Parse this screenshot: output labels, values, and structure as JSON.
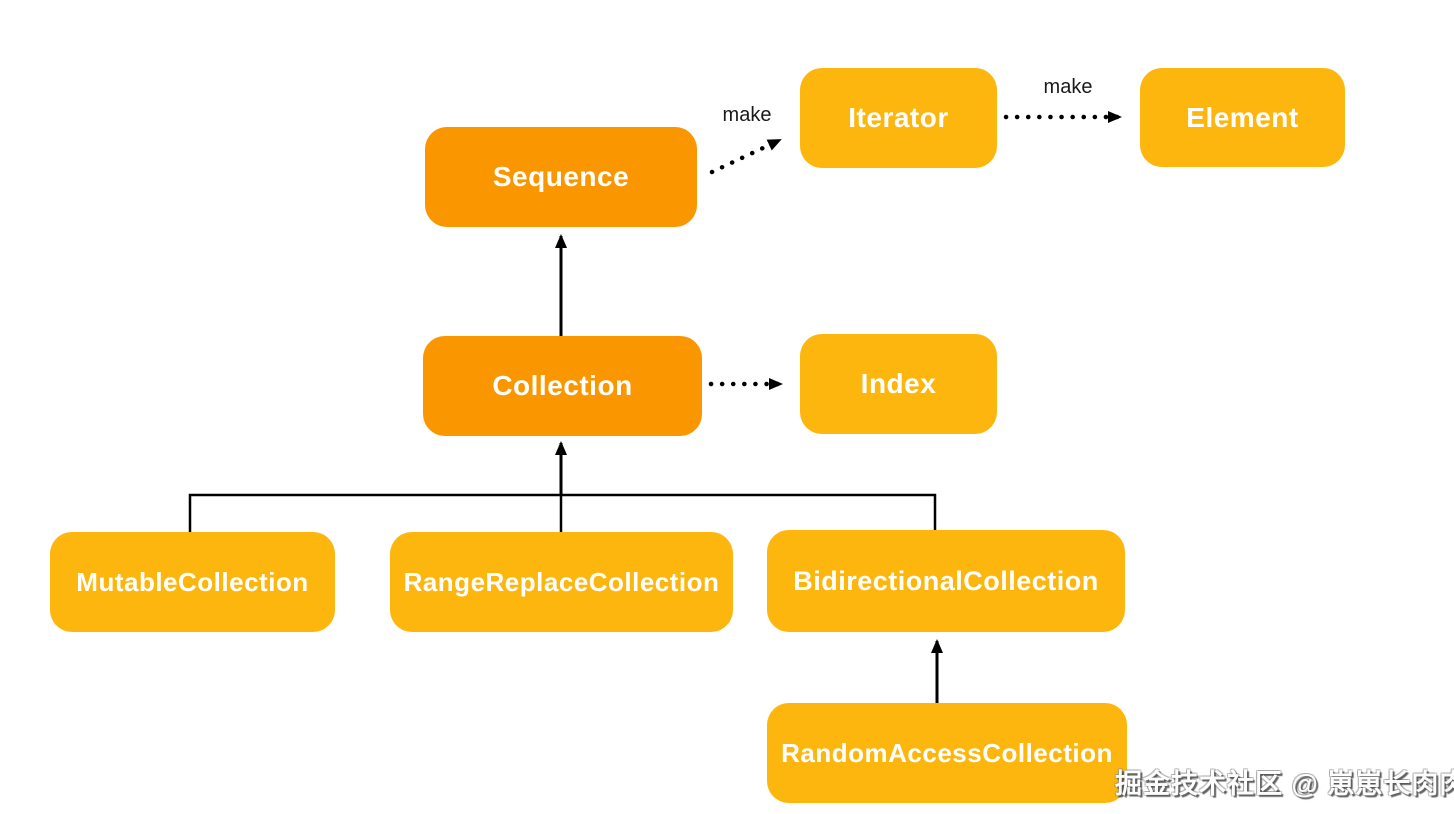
{
  "diagram": {
    "background_color": "#ffffff",
    "colors": {
      "protocol_orange": "#fa9600",
      "protocol_yellow": "#fdb60d",
      "node_text": "#ffffff",
      "line": "#000000",
      "edge_label_text": "#1a1a1a"
    },
    "nodes": {
      "sequence": {
        "label": "Sequence",
        "color": "#fa9600"
      },
      "iterator": {
        "label": "Iterator",
        "color": "#fdb60d"
      },
      "element": {
        "label": "Element",
        "color": "#fdb60d"
      },
      "collection": {
        "label": "Collection",
        "color": "#fa9600"
      },
      "index": {
        "label": "Index",
        "color": "#fdb60d"
      },
      "mutable_collection": {
        "label": "MutableCollection",
        "color": "#fdb60d"
      },
      "range_replace_collection": {
        "label": "RangeReplaceCollection",
        "color": "#fdb60d"
      },
      "bidirectional_collection": {
        "label": "BidirectionalCollection",
        "color": "#fdb60d"
      },
      "random_access_collection": {
        "label": "RandomAccessCollection",
        "color": "#fdb60d"
      }
    },
    "edges": {
      "sequence_to_iterator": {
        "label": "make",
        "style": "dotted-arrow"
      },
      "iterator_to_element": {
        "label": "make",
        "style": "dotted-arrow"
      },
      "collection_to_index": {
        "label": "",
        "style": "dotted-arrow"
      },
      "collection_to_sequence": {
        "label": "",
        "style": "solid-arrow"
      },
      "children_to_collection": {
        "label": "",
        "style": "solid-arrow-tree"
      },
      "random_access_to_bidirectional": {
        "label": "",
        "style": "solid-arrow"
      }
    },
    "watermark": {
      "text": "掘金技术社区 @ 崽崽长肉肉"
    }
  }
}
